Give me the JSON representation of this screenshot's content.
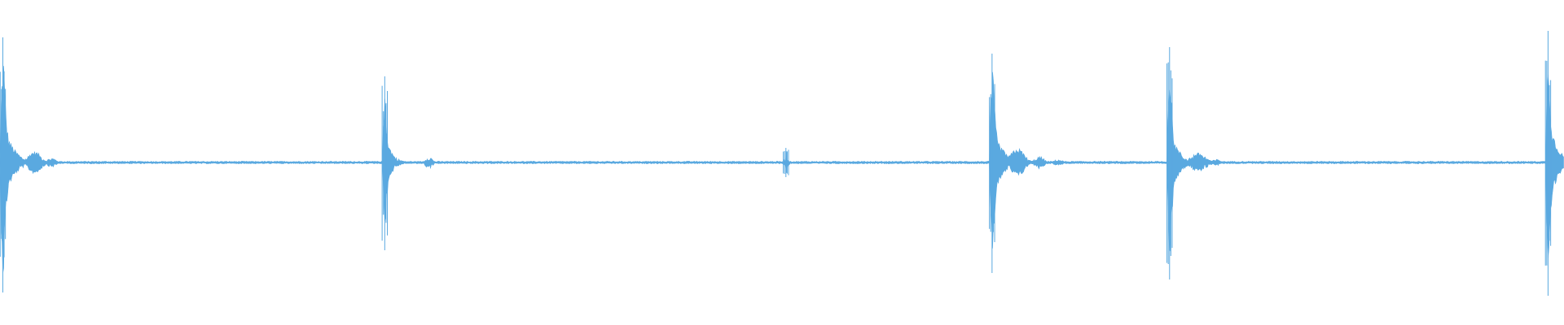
{
  "waveform": {
    "color": "#5aa9e0",
    "background": "#ffffff",
    "amplitude_range": [
      -1,
      1
    ],
    "duration_fraction_axis": [
      0,
      1
    ],
    "events": [
      {
        "t": 0.0018,
        "peak_pos": 0.77,
        "peak_neg": 0.8,
        "body": 0.28,
        "decay": 0.006,
        "tail": [
          [
            0.02,
            0.07,
            0.006
          ],
          [
            0.031,
            0.03,
            0.004
          ]
        ]
      },
      {
        "t": 0.246,
        "peak_pos": 0.53,
        "peak_neg": 0.54,
        "body": 0.2,
        "decay": 0.004,
        "tail": [
          [
            0.028,
            0.04,
            0.003
          ],
          [
            0.027,
            0.02,
            0.003
          ]
        ]
      },
      {
        "t": 0.5025,
        "peak_pos": 0.09,
        "peak_neg": 0.09,
        "body": 0.05,
        "decay": 0.0015,
        "tail": []
      },
      {
        "t": 0.6343,
        "peak_pos": 0.67,
        "peak_neg": 0.68,
        "body": 0.25,
        "decay": 0.006,
        "tail": [
          [
            0.016,
            0.09,
            0.006
          ],
          [
            0.03,
            0.04,
            0.004
          ],
          [
            0.042,
            0.02,
            0.004
          ]
        ]
      },
      {
        "t": 0.7478,
        "peak_pos": 0.71,
        "peak_neg": 0.72,
        "body": 0.24,
        "decay": 0.005,
        "tail": [
          [
            0.018,
            0.06,
            0.007
          ],
          [
            0.03,
            0.02,
            0.004
          ]
        ]
      },
      {
        "t": 0.9898,
        "peak_pos": 0.81,
        "peak_neg": 0.82,
        "body": 0.33,
        "decay": 0.005,
        "tail": [
          [
            0.01,
            0.05,
            0.004
          ]
        ]
      }
    ],
    "noise_floor": 0.008
  }
}
